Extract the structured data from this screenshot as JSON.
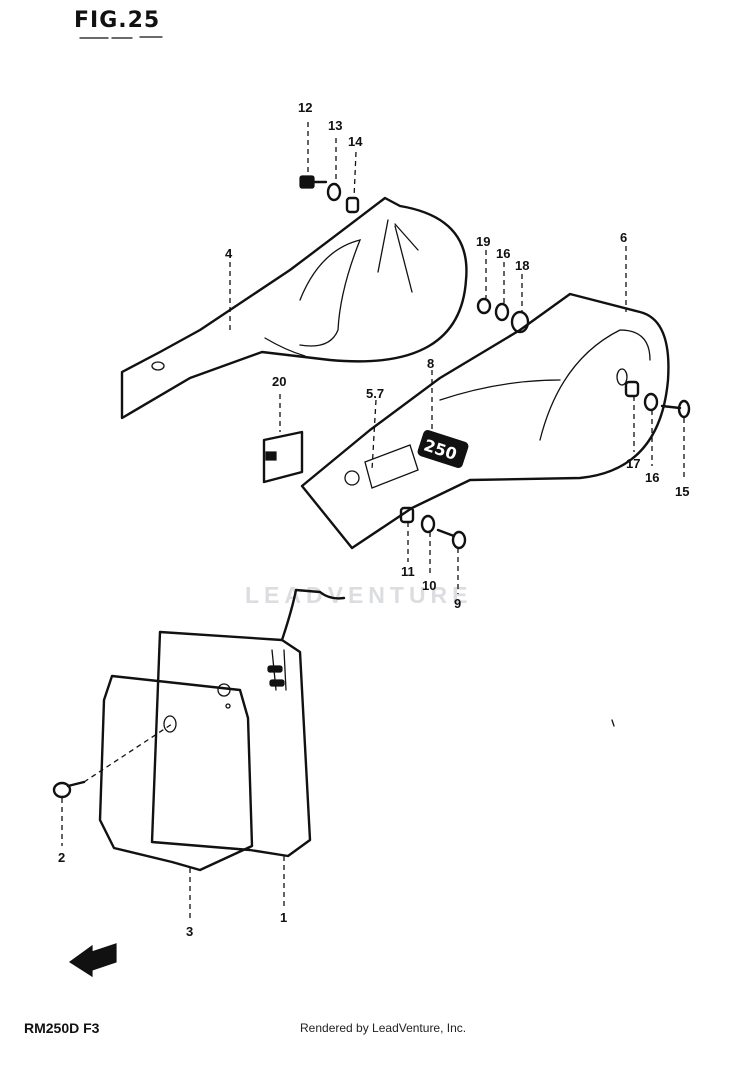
{
  "figure": {
    "title": "FIG.25",
    "model_code": "RM250D  F3",
    "credit": "Rendered by LeadVenture, Inc.",
    "watermark": "LEADVENTURE",
    "emblem_text": "250"
  },
  "callouts": [
    {
      "id": "c1",
      "label": "1"
    },
    {
      "id": "c2",
      "label": "2"
    },
    {
      "id": "c3",
      "label": "3"
    },
    {
      "id": "c4",
      "label": "4"
    },
    {
      "id": "c57",
      "label": "5.7"
    },
    {
      "id": "c6",
      "label": "6"
    },
    {
      "id": "c8",
      "label": "8"
    },
    {
      "id": "c9",
      "label": "9"
    },
    {
      "id": "c10",
      "label": "10"
    },
    {
      "id": "c11",
      "label": "11"
    },
    {
      "id": "c12",
      "label": "12"
    },
    {
      "id": "c13",
      "label": "13"
    },
    {
      "id": "c14",
      "label": "14"
    },
    {
      "id": "c15",
      "label": "15"
    },
    {
      "id": "c16a",
      "label": "16"
    },
    {
      "id": "c16b",
      "label": "16"
    },
    {
      "id": "c17",
      "label": "17"
    },
    {
      "id": "c18",
      "label": "18"
    },
    {
      "id": "c19",
      "label": "19"
    },
    {
      "id": "c20",
      "label": "20"
    }
  ],
  "icons": {
    "front_arrow": "front-direction-arrow-icon"
  }
}
